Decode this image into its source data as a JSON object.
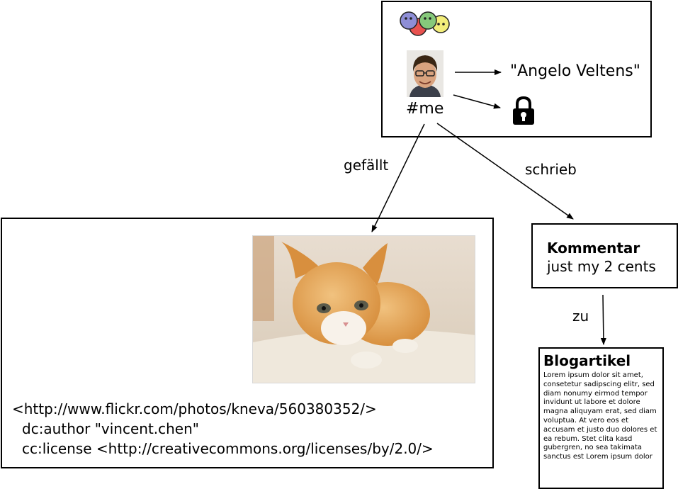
{
  "me_node": {
    "id_label": "#me",
    "name_literal": "\"Angelo Veltens\"",
    "icons": [
      "foaf-logo-icon",
      "avatar-photo",
      "lock-icon"
    ]
  },
  "edges": {
    "likes": "gefällt",
    "wrote": "schrieb",
    "to": "zu"
  },
  "resource": {
    "uri_line": "<http://www.flickr.com/photos/kneva/560380352/>",
    "author_line": "dc:author \"vincent.chen\"",
    "license_line": "cc:license <http://creativecommons.org/licenses/by/2.0/>",
    "image": "kitten-photo"
  },
  "comment": {
    "title": "Kommentar",
    "text": "just my 2 cents"
  },
  "blog": {
    "title": "Blogartikel",
    "body": "Lorem ipsum dolor sit amet, consetetur sadipscing elitr, sed diam nonumy eirmod tempor invidunt ut labore et dolore magna aliquyam erat, sed diam voluptua. At vero eos et accusam et justo duo dolores et ea rebum. Stet clita kasd gubergren, no sea takimata sanctus est Lorem ipsum dolor"
  }
}
